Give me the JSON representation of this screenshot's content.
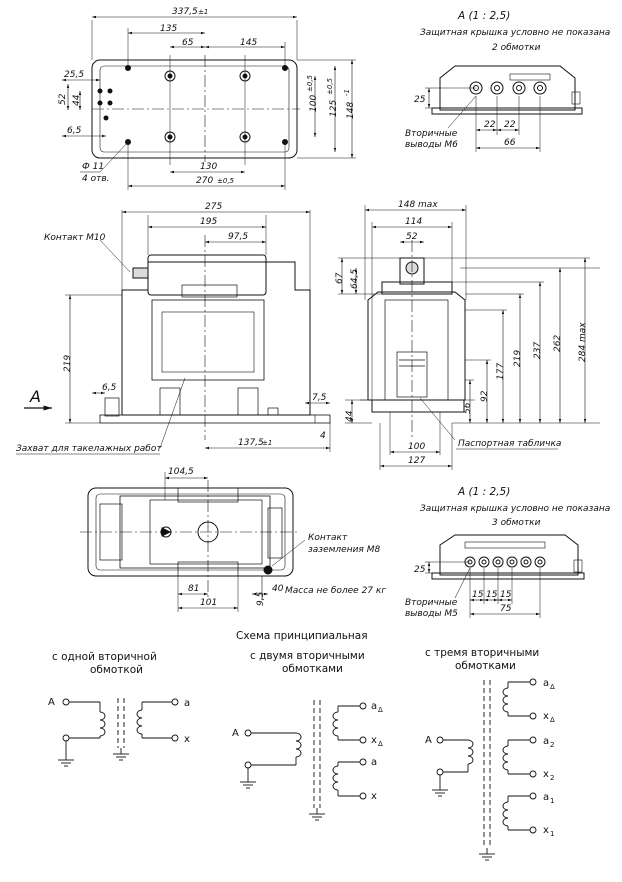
{
  "colors": {
    "ink": "#111111",
    "paper": "#ffffff",
    "fill": "#dcdcdc"
  },
  "top_view": {
    "dims": {
      "overall_width": "337,5",
      "overall_width_tol": "±1",
      "holes_span_outer": "135",
      "holes_span_mid": "65",
      "holes_span_right": "145",
      "left_offset": "25,5",
      "left_v1": "52",
      "left_v2": "44",
      "left_bottom": "6,5",
      "right_height_inner": "100",
      "right_height_inner_tol": "±0,5",
      "right_height_mid": "125",
      "right_height_mid_tol": "±0,5",
      "right_height_outer": "148",
      "right_height_outer_tol": "-1",
      "bottom_span": "130",
      "bottom_span_overall": "270",
      "bottom_span_overall_tol": "±0,5"
    },
    "hole_label": "Ф 11",
    "hole_count": "4 отв."
  },
  "view_a_two": {
    "title": "A (1 : 2,5)",
    "subtitle": "Защитная крышка условно не показана",
    "windings": "2 обмотки",
    "dim_height": "25",
    "dim_pitch_1": "22",
    "dim_pitch_2": "22",
    "dim_width": "66",
    "outputs_line1": "Вторичные",
    "outputs_line2": "выводы М6"
  },
  "front_view": {
    "dims": {
      "width": "275",
      "inner": "195",
      "half": "97,5",
      "height": "219",
      "foot": "6,5",
      "right_small": "7,5",
      "base_thk": "4",
      "center": "137,5",
      "center_tol": "±1"
    },
    "arrow_label": "A",
    "contact_label": "Контакт М10",
    "rigging_label": "Захват для такелажных работ"
  },
  "side_view": {
    "dims": {
      "max_width": "148 max",
      "w114": "114",
      "w52": "52",
      "h67": "67",
      "h64_5": "64,5",
      "h44": "44",
      "h56": "56",
      "h92": "92",
      "h177": "177",
      "h219": "219",
      "h237": "237",
      "h262": "262",
      "h284": "284 max",
      "w100": "100",
      "w127": "127"
    },
    "plate_label": "Паспортная табличка"
  },
  "bottom_view": {
    "dims": {
      "d104_5": "104,5",
      "d81": "81",
      "d101": "101",
      "d9_5": "9,5",
      "d40": "40"
    },
    "ground_line1": "Контакт",
    "ground_line2": "заземления М8",
    "mass": "Масса не более 27 кг"
  },
  "view_a_three": {
    "title": "A (1 : 2,5)",
    "subtitle": "Защитная крышка условно не показана",
    "windings": "3 обмотки",
    "dim_height": "25",
    "dim_pitch_1": "15",
    "dim_pitch_2": "15",
    "dim_pitch_3": "15",
    "dim_width": "75",
    "outputs_line1": "Вторичные",
    "outputs_line2": "выводы М5"
  },
  "schematic": {
    "title": "Схема принципиальная",
    "one": {
      "line1": "с одной вторичной",
      "line2": "обмоткой",
      "primary": "A",
      "a": "a",
      "x": "x"
    },
    "two": {
      "line1": "с двумя вторичными",
      "line2": "обмотками",
      "primary": "A",
      "a_delta": "a",
      "x_delta": "x",
      "delta_sub": "Δ",
      "a": "a",
      "x": "x"
    },
    "three": {
      "line1": "с тремя вторичными",
      "line2": "обмотками",
      "primary": "A",
      "a_delta": "a",
      "x_delta": "x",
      "delta_sub": "Δ",
      "a2": "a",
      "x2": "x",
      "sub2": "2",
      "a1": "a",
      "x1": "x",
      "sub1": "1"
    }
  }
}
